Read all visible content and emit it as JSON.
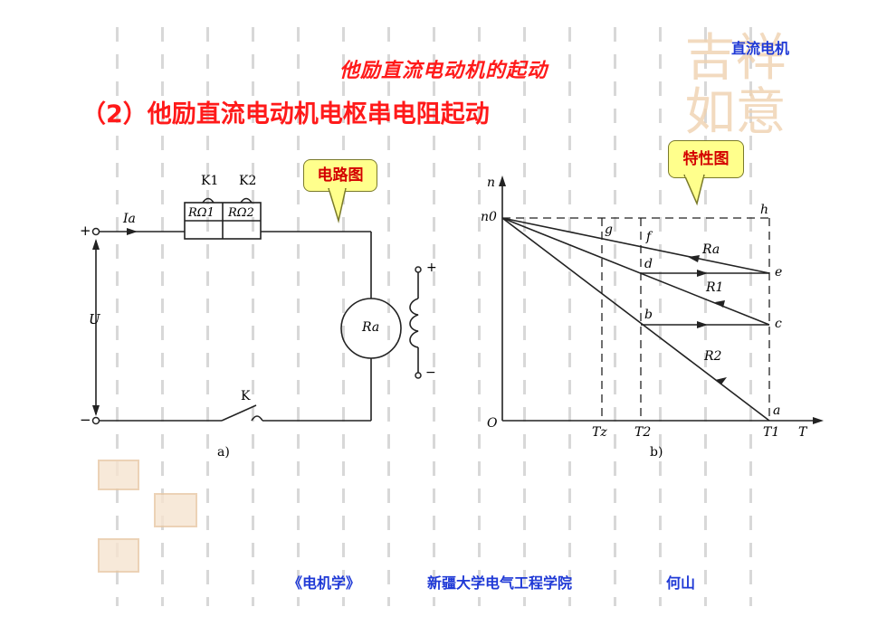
{
  "header": {
    "corner_tag": "直流电机",
    "title": "他励直流电动机的起动",
    "subtitle": "（2）他励直流电动机电枢串电阻起动"
  },
  "callouts": {
    "circuit": "电路图",
    "characteristic": "特性图"
  },
  "circuit_diagram": {
    "switch_k1": "K1",
    "switch_k2": "K2",
    "resistor_1": "RΩ1",
    "resistor_2": "RΩ2",
    "current": "Ia",
    "voltage": "U",
    "plus": "+",
    "minus": "−",
    "armature": "Ra",
    "field_plus": "+",
    "field_minus": "−",
    "switch_k": "K",
    "caption": "a)"
  },
  "characteristic_diagram": {
    "y_axis": "n",
    "x_axis": "T",
    "origin": "O",
    "n0": "n0",
    "ticks": [
      "Tz",
      "T2",
      "T1"
    ],
    "points": [
      "a",
      "b",
      "c",
      "d",
      "e",
      "f",
      "g",
      "h"
    ],
    "line_labels": [
      "Ra",
      "R1",
      "R2"
    ],
    "caption": "b)"
  },
  "footer": {
    "book": "《电机学》",
    "institution": "新疆大学电气工程学院",
    "author": "何山"
  },
  "watermark": {
    "seal_text": "吉祥如意"
  },
  "colors": {
    "title_red": "#ff1a1a",
    "footer_blue": "#1f39d6",
    "callout_yellow": "#ffff8c"
  }
}
